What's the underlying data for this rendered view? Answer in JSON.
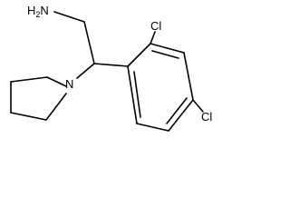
{
  "molecule": {
    "atoms": {
      "amine": {
        "symbol": "H",
        "subscript": "2",
        "element": "N"
      },
      "pyrrolidine_n": {
        "symbol": "N"
      },
      "chloro_top": {
        "symbol": "Cl"
      },
      "chloro_bottom": {
        "symbol": "Cl"
      }
    }
  },
  "colors": {
    "bond": "#000000",
    "background": "#ffffff"
  }
}
